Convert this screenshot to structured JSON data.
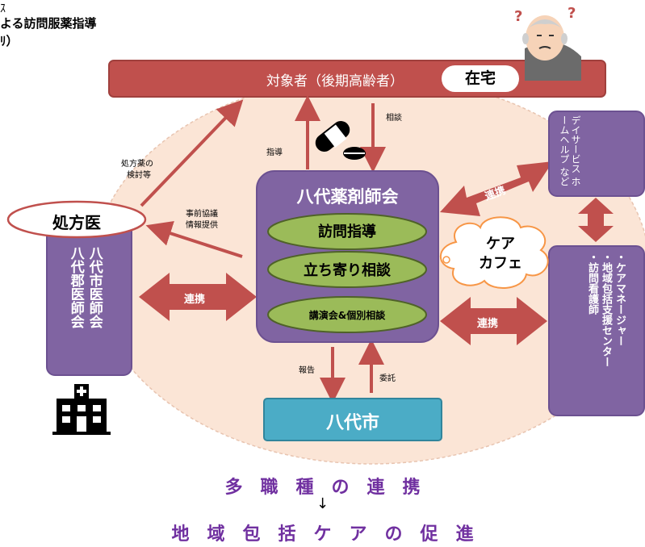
{
  "header": {
    "line1": "よる訪問服薬指導",
    "line2": "ﾘ）",
    "line0": "ｽ"
  },
  "target": {
    "label": "対象者（後期高齢者）",
    "home": "在宅"
  },
  "elderly": {
    "q1": "?",
    "q2": "?"
  },
  "pharmacy": {
    "title": "八代薬剤師会",
    "pills": [
      "訪問指導",
      "立ち寄り相談",
      "講演会&個別相談"
    ]
  },
  "doctor": {
    "label": "処方医",
    "assoc_line1": "八代市医師会",
    "assoc_line2": "八代郡医師会"
  },
  "city": {
    "label": "八代市"
  },
  "services": {
    "text": "デイサービス ホームヘルプ など"
  },
  "care": {
    "bubble_line1": "ケア",
    "bubble_line2": "カフェ",
    "items": [
      "・ケアマネージャー",
      "・地域包括支援センター",
      "・訪問看護師"
    ]
  },
  "arrows": {
    "consult": "相談",
    "guidance": "指導",
    "prescription_review_1": "処方薬の",
    "prescription_review_2": "検討等",
    "prior_consult_1": "事前協議",
    "prior_consult_2": "情報提供",
    "link_doctor": "連携",
    "link_services": "連携",
    "link_care": "連携",
    "report": "報告",
    "commission": "委託"
  },
  "footer": {
    "line1": "多　職　種　の　連　携",
    "arrow": "↓",
    "line2": "地　域　包　括　ケ　ア　の　促　進"
  },
  "colors": {
    "banner": "#c0504d",
    "purple": "#8064a2",
    "green": "#9bbb59",
    "teal": "#4bacc6",
    "ellipse": "#fbe5d6",
    "footer": "#7030a0"
  }
}
